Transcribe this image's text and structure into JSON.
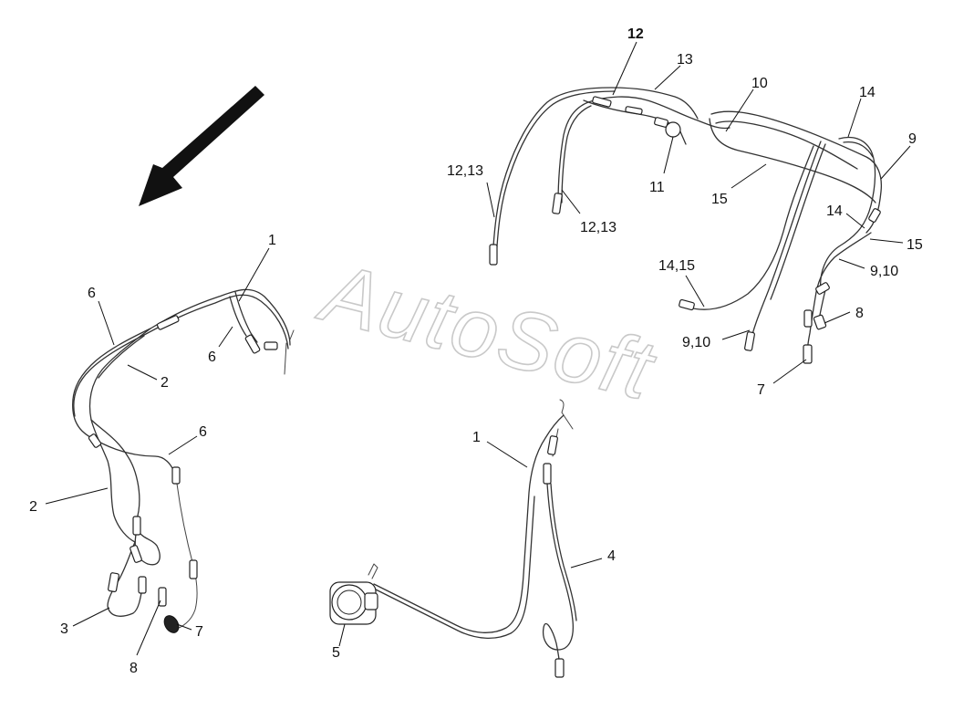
{
  "watermark": "AutoSoft",
  "callouts": {
    "c1a": "1",
    "c6a": "6",
    "c2a": "2",
    "c6b": "6",
    "c6c": "6",
    "c2b": "2",
    "c3": "3",
    "c8a": "8",
    "c7a": "7",
    "c12": "12",
    "c13": "13",
    "c10": "10",
    "c14a": "14",
    "c9": "9",
    "c12_13a": "12,13",
    "c11": "11",
    "c12_13b": "12,13",
    "c15a": "15",
    "c14b": "14",
    "c15b": "15",
    "c9_10a": "9,10",
    "c14_15": "14,15",
    "c9_10b": "9,10",
    "c8b": "8",
    "c7b": "7",
    "c1b": "1",
    "c4": "4",
    "c5": "5"
  },
  "colors": {
    "line": "#333333",
    "arrow": "#111111",
    "watermark": "#c9c9c9",
    "background": "#ffffff"
  }
}
